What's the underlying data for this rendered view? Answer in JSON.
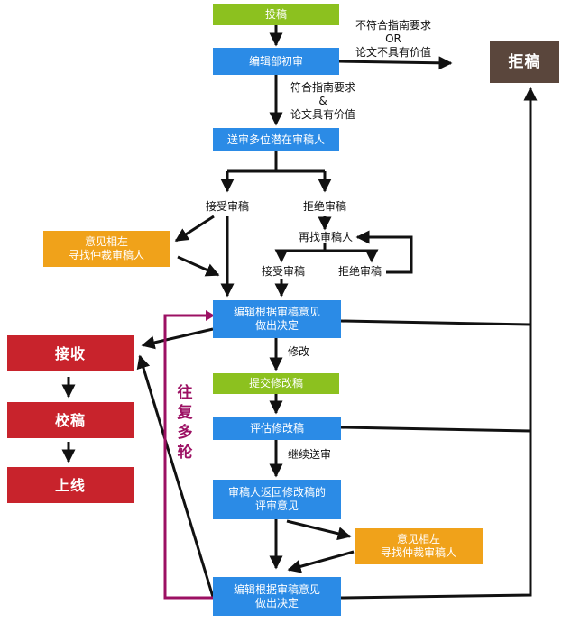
{
  "nodes": {
    "submit": "投稿",
    "editor_review": "编辑部初审",
    "send_reviewers": "送审多位潜在审稿人",
    "accept_review": "接受审稿",
    "decline_review": "拒绝审稿",
    "opinions_differ_1": "意见相左\n寻找仲裁审稿人",
    "find_again": "再找审稿人",
    "accept_review_2": "接受审稿",
    "decline_review_2": "拒绝审稿",
    "decision_1": "编辑根据审稿意见\n做出决定",
    "accept": "接收",
    "proofread": "校稿",
    "online": "上线",
    "submit_revision": "提交修改稿",
    "evaluate_revision": "评估修改稿",
    "reviewer_returns": "审稿人返回修改稿的\n评审意见",
    "opinions_differ_2": "意见相左\n寻找仲裁审稿人",
    "decision_2": "编辑根据审稿意见\n做出决定",
    "reject": "拒稿"
  },
  "labels": {
    "reject_condition": "不符合指南要求\nOR\n论文不具有价值",
    "pass_condition": "符合指南要求\n&\n论文具有价值",
    "revise": "修改",
    "continue_review": "继续送审",
    "multiple_rounds": "往\n复\n多\n轮"
  },
  "colors": {
    "green": "#8cc11f",
    "blue": "#2b8be6",
    "orange": "#f0a21a",
    "red": "#c8232c",
    "dark_brown": "#5a463c",
    "purple": "#9c1063",
    "arrow": "#111111"
  }
}
